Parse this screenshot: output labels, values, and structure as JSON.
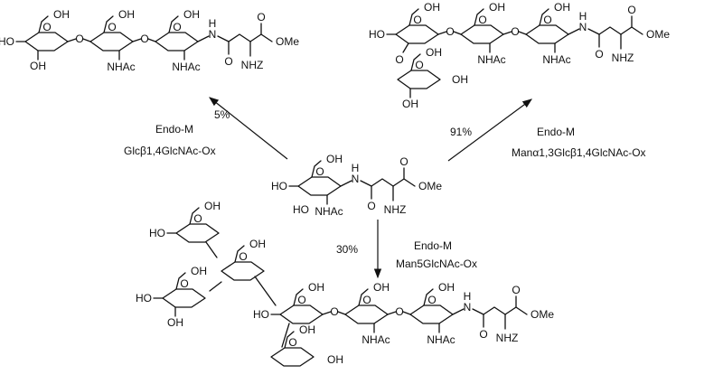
{
  "scheme": {
    "arrows": {
      "upper_left": {
        "yield": "5%",
        "enzyme": "Endo-M",
        "donor": "Glcβ1,4GlcNAc-Ox"
      },
      "upper_right": {
        "yield": "91%",
        "enzyme": "Endo-M",
        "donor": "Manα1,3Glcβ1,4GlcNAc-Ox"
      },
      "down": {
        "yield": "30%",
        "enzyme": "Endo-M",
        "donor": "Man5GlcNAc-Ox"
      }
    },
    "atom_labels": {
      "oh": "OH",
      "ho": "HO",
      "o": "O",
      "n": "N",
      "h": "H",
      "nhac": "NHAc",
      "nhz": "NHZ",
      "ome": "OMe"
    }
  }
}
